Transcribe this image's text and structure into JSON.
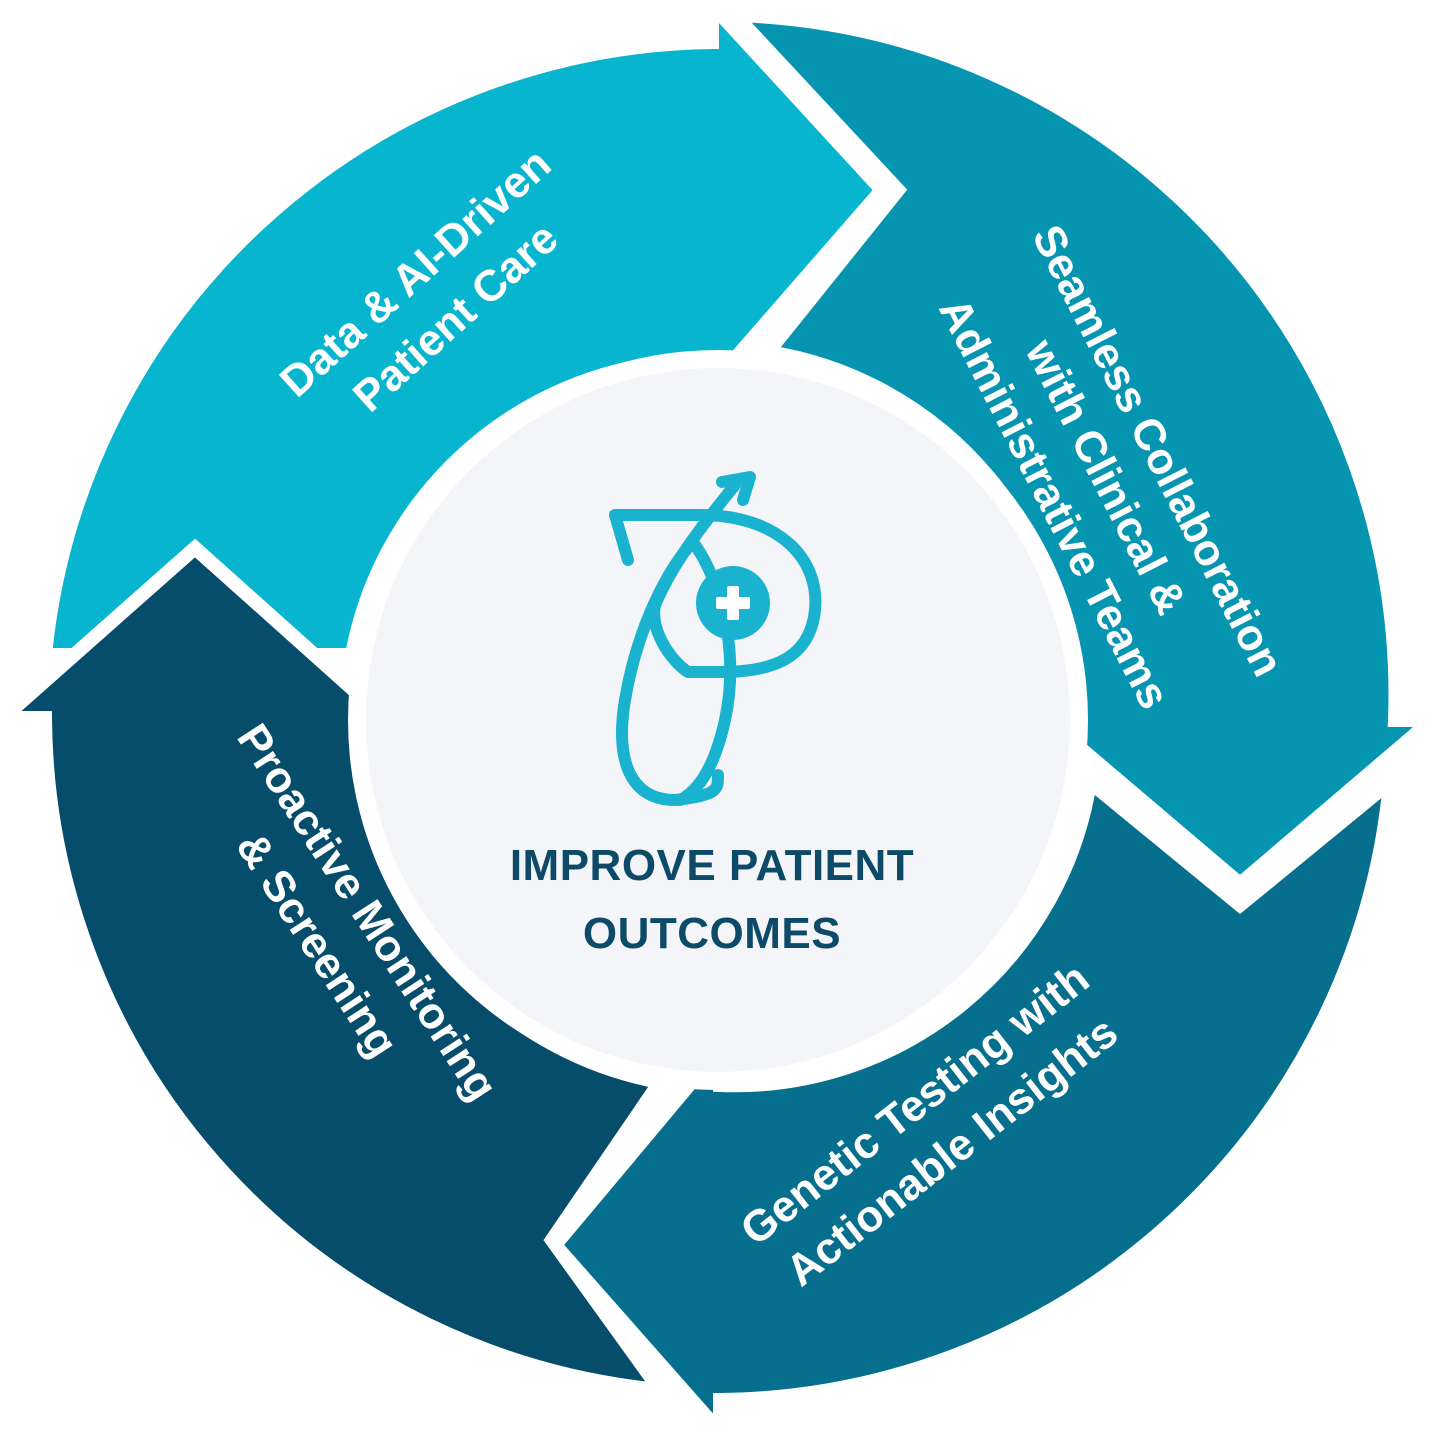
{
  "center": {
    "title_line1": "IMPROVE PATIENT",
    "title_line2": "OUTCOMES",
    "icon": "patient-logo-icon",
    "title_color": "#0d4a68",
    "disc_color": "#f3f5f8",
    "icon_color": "#1ab3cf"
  },
  "segments": [
    {
      "id": "data-ai",
      "color": "#07b5cf",
      "line1": "Data & AI-Driven",
      "line2": "Patient Care",
      "line3": ""
    },
    {
      "id": "collaboration",
      "color": "#0595b1",
      "line1": "Seamless Collaboration",
      "line2": "with Clinical &",
      "line3": "Administrative Teams"
    },
    {
      "id": "genetic",
      "color": "#066f8d",
      "line1": "Genetic Testing with",
      "line2": "Actionable Insights",
      "line3": ""
    },
    {
      "id": "monitoring",
      "color": "#064d6b",
      "line1": "Proactive Monitoring",
      "line2": "& Screening",
      "line3": ""
    }
  ]
}
